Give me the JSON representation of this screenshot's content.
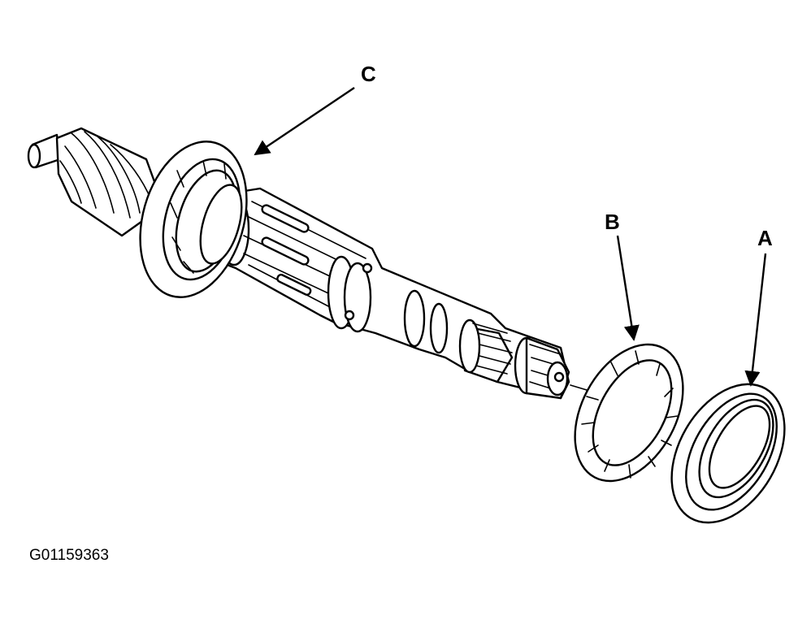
{
  "labels": {
    "a": "A",
    "b": "B",
    "c": "C"
  },
  "figure_id": "G01159363",
  "parts": {
    "shaft": "shaft-icon",
    "bearing": "ball-bearing-icon",
    "thrust_washer": "thrust-washer-icon",
    "oil_seal": "oil-seal-icon"
  }
}
